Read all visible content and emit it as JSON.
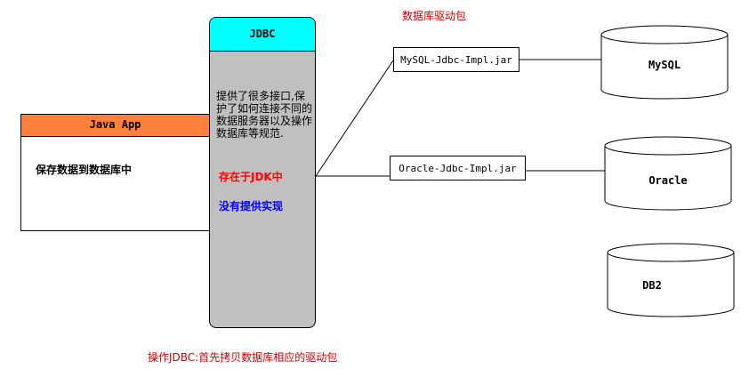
{
  "java_app": {
    "title": "Java App",
    "body": "保存数据到数据库中"
  },
  "jdbc": {
    "title": "JDBC",
    "description": "提供了很多接口,保护了如何连接不同的数据服务器以及操作数据库等规范.",
    "in_jdk": "存在于JDK中",
    "no_impl": "没有提供实现"
  },
  "driver_pkg_label": "数据库驱动包",
  "jars": {
    "mysql": "MySQL-Jdbc-Impl.jar",
    "oracle": "Oracle-Jdbc-Impl.jar"
  },
  "databases": {
    "mysql": "MySQL",
    "oracle": "Oracle",
    "db2": "DB2"
  },
  "footer_note": "操作JDBC:首先拷贝数据库相应的驱动包",
  "colors": {
    "java_header": "#ff7f3f",
    "jdbc_header": "#00ffff",
    "jdbc_body": "#c0c0c0",
    "red": "#ff0000",
    "blue": "#0000ff"
  }
}
